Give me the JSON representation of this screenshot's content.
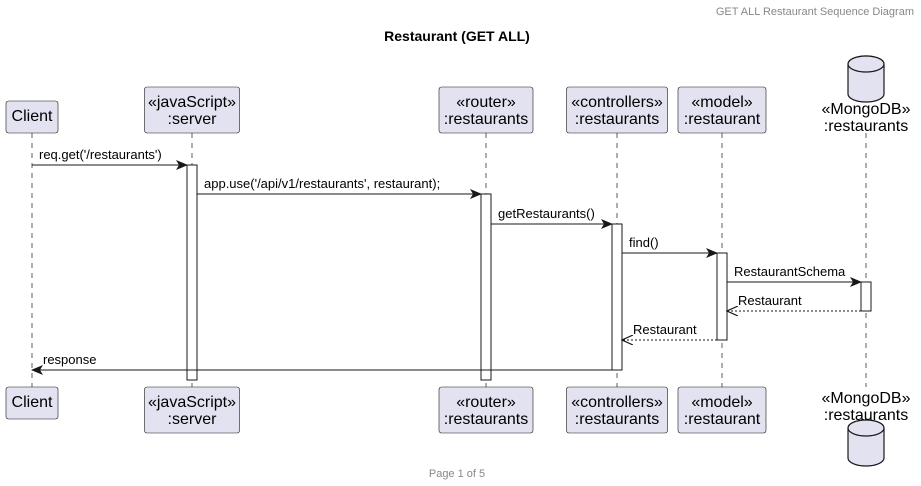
{
  "header": {
    "text": "GET ALL Restaurant Sequence Diagram"
  },
  "title": "Restaurant (GET ALL)",
  "footer": "Page 1 of 5",
  "colors": {
    "participant_fill": "#E2E2F0",
    "participant_border": "#181818",
    "lifeline": "#181818",
    "background": "#FFFFFF"
  },
  "participants": [
    {
      "id": "client",
      "lines": [
        "Client"
      ],
      "shape": "box"
    },
    {
      "id": "server",
      "lines": [
        "«javaScript»",
        ":server"
      ],
      "shape": "box"
    },
    {
      "id": "router",
      "lines": [
        "«router»",
        ":restaurants"
      ],
      "shape": "box"
    },
    {
      "id": "controllers",
      "lines": [
        "«controllers»",
        ":restaurants"
      ],
      "shape": "box"
    },
    {
      "id": "model",
      "lines": [
        "«model»",
        ":restaurant"
      ],
      "shape": "box"
    },
    {
      "id": "mongodb",
      "lines": [
        "«MongoDB»",
        ":restaurants"
      ],
      "shape": "database",
      "icon": "database-icon"
    }
  ],
  "messages": [
    {
      "from": "client",
      "to": "server",
      "label": "req.get('/restaurants')",
      "style": "sync"
    },
    {
      "from": "server",
      "to": "router",
      "label": "app.use('/api/v1/restaurants', restaurant);",
      "style": "sync"
    },
    {
      "from": "router",
      "to": "controllers",
      "label": "getRestaurants()",
      "style": "sync"
    },
    {
      "from": "controllers",
      "to": "model",
      "label": "find()",
      "style": "sync"
    },
    {
      "from": "model",
      "to": "mongodb",
      "label": "RestaurantSchema",
      "style": "sync"
    },
    {
      "from": "mongodb",
      "to": "model",
      "label": "Restaurant",
      "style": "return"
    },
    {
      "from": "model",
      "to": "controllers",
      "label": "Restaurant",
      "style": "return"
    },
    {
      "from": "controllers",
      "to": "client",
      "label": "response",
      "style": "sync"
    }
  ]
}
